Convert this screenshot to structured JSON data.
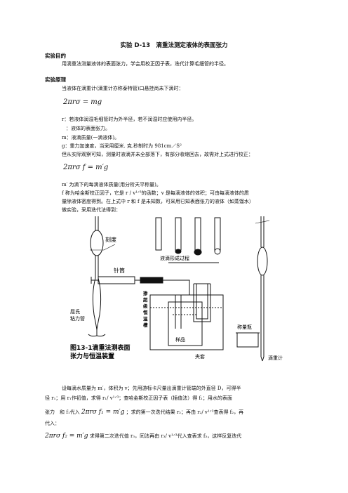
{
  "title": "实验 D-13　滴重法测定液体的表面张力",
  "sections": {
    "purpose_heading": "实验目的",
    "purpose_text": "用滴重法测量液体的表面张力，学会用校正因子表，迭代计算毛细管的半径。",
    "principle_heading": "实验原理"
  },
  "principle": {
    "intro": "当液体在滴重计(滴重计亦称泰特管)口悬挂尚未下滴时：",
    "eq1": "2πrσ = mg",
    "r_def": "r：若液体润湿毛细管时为外半径，若不润湿时应使用内半径。",
    "sigma_def": "：液体的表面张力。",
    "m_def": "m：液滴质量(一滴液体)。",
    "g_def": "g：重力加速度，当采用厘米. 克.秒制时为 981cm／S²",
    "real_text": "但从实际观察可知，测量时液滴并未全部落下，有部分收缩回去，故需对上式进行校正：",
    "eq2": "2πrσ f = m′g",
    "mprime_def": "m′ 为滴下的每滴液体质量(用分析天平称量)。",
    "f_def_1": "f 称为哈金斯校正因子，它是 r / v¹ᐟ³的函数；v 是每滴液体的体积；可由每滴液体的质",
    "f_def_2": "量除液体密度得到。在上式中 r 和 f 是未知数，可采用已知表面张力的液体（如蒸馏水）",
    "f_def_3": "做实验，采用迭代法得到："
  },
  "figure": {
    "caption_line1": "图13-1滴重法测表面",
    "caption_line2": "张力与恒温装置",
    "label_scale": "刻度",
    "label_droplet": "液滴形成过程",
    "label_syringe": "针筒",
    "label_tait_1": "屈氏",
    "label_tait_2": "粘力管",
    "label_bath_chars": [
      "掺",
      "超",
      "级",
      "恒",
      "温",
      "槽"
    ],
    "label_sample": "样品",
    "label_weighing": "称量瓶",
    "label_jacket": "夹套",
    "label_dropper": "滴重计"
  },
  "iteration": {
    "p1_line1": "设每滴水质量为 m′，体积为 v；先用游标卡尺量出滴重计管端的外直径 D，可得半",
    "p1_line2": "径 r₁；用 r₁作初值，求得 r₁/ v¹ᐟ³；查哈金斯校正因子表（插值法）得 f₁；用水的表面",
    "p2_pre": "张力　和 f₁代入",
    "eq3": "2πrσ f₁ = m′g",
    "p2_post": "；求的第一次迭代结果 r₂；再由 r₂/ v¹ᐟ³查表得 f₂，再",
    "p3": "代入：",
    "eq4": "2πrσ f₂ = m′g",
    "p4_post": "求得第二次迭代值 r₃，同法再由 r₃/ v¹ᐟ³代入查表求 f₃，这样反复迭代"
  }
}
